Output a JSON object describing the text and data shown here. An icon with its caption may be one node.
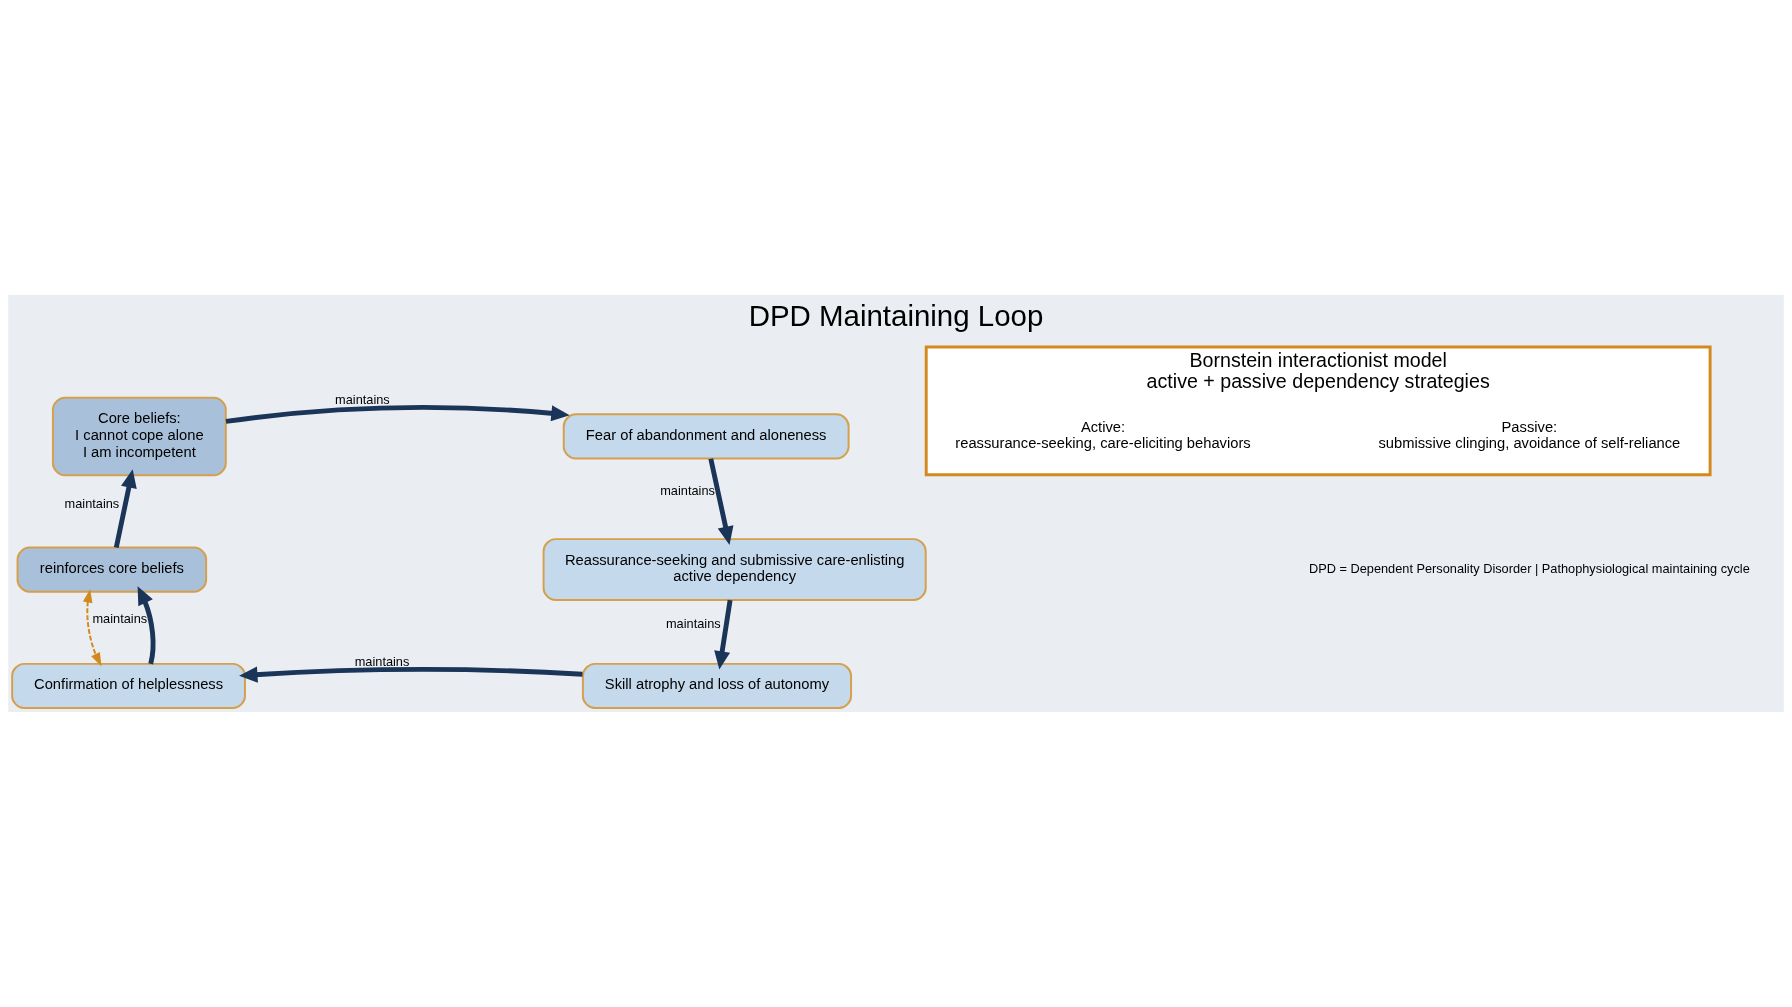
{
  "diagram": {
    "title": "DPD Maintaining Loop",
    "caption": "DPD = Dependent Personality Disorder | Pathophysiological maintaining cycle",
    "nodes": [
      {
        "text": [
          "Core beliefs:",
          "I cannot cope alone",
          "I am incompetent"
        ]
      },
      {
        "text": [
          "Fear of abandonment and aloneness"
        ]
      },
      {
        "text": [
          "Reassurance-seeking and submissive care-enlisting",
          "active dependency"
        ]
      },
      {
        "text": [
          "Skill atrophy and loss of autonomy"
        ]
      },
      {
        "text": [
          "Confirmation of helplessness"
        ]
      },
      {
        "text": [
          "reinforces core beliefs"
        ]
      },
      {
        "text": [
          "Bornstein interactionist model",
          "active + passive dependency strategies"
        ]
      },
      {
        "text": [
          "Active:",
          "reassurance-seeking, care-eliciting behaviors"
        ],
        "in": 6
      },
      {
        "text": [
          "Passive:",
          "submissive clinging, avoidance of self-reliance"
        ],
        "in": 6
      }
    ],
    "edges": [
      {
        "from": 0,
        "to": 1,
        "arrow": "to",
        "label": "maintains"
      },
      {
        "from": 1,
        "to": 2,
        "arrow": "to",
        "label": "maintains"
      },
      {
        "from": 2,
        "to": 3,
        "arrow": "to",
        "label": "maintains"
      },
      {
        "from": 3,
        "to": 4,
        "arrow": "to",
        "label": "maintains"
      },
      {
        "from": 4,
        "to": 5,
        "arrow": "to",
        "label": "maintains"
      },
      {
        "from": 5,
        "to": 0,
        "arrow": "to",
        "label": "maintains"
      },
      {
        "from": 5,
        "to": 4,
        "arrow": "both",
        "style": "dashed",
        "color": "#d4891c"
      }
    ]
  }
}
